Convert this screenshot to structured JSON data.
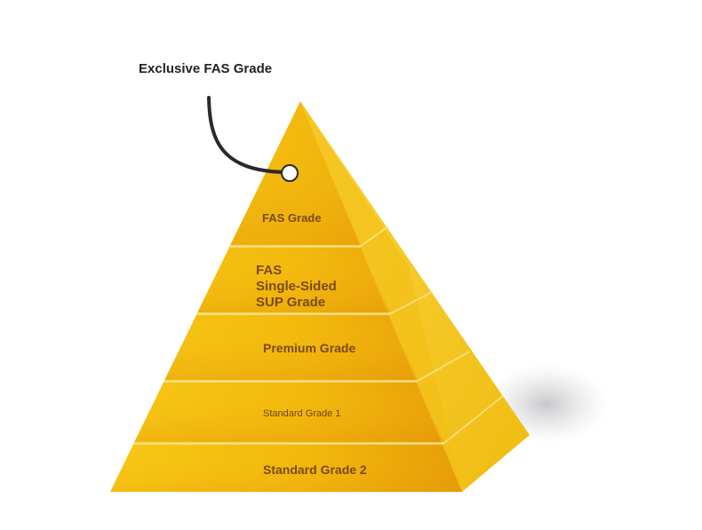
{
  "callout": {
    "title": "Exclusive FAS Grade"
  },
  "tiers": [
    {
      "id": "fas",
      "label": "FAS Grade"
    },
    {
      "id": "sup",
      "label_lines": [
        "FAS",
        "Single-Sided",
        "SUP Grade"
      ]
    },
    {
      "id": "premium",
      "label": "Premium Grade"
    },
    {
      "id": "std1",
      "label": "Standard Grade 1"
    },
    {
      "id": "std2",
      "label": "Standard Grade 2"
    }
  ],
  "colors": {
    "front_light": "#f8cd18",
    "front_mid": "#f2b40a",
    "front_dark": "#e39a05",
    "side_light": "#f9d43a",
    "side_dark": "#eeb60c",
    "label": "#7a4a14",
    "callout_line": "#2a2a2a"
  }
}
